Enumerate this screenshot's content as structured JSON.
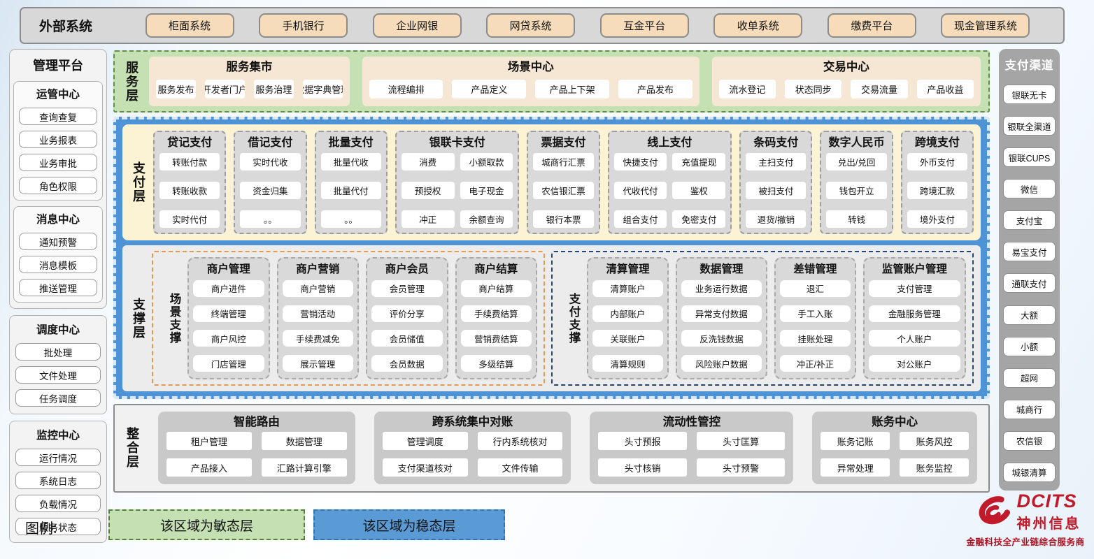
{
  "external": {
    "label": "外部系统",
    "systems": [
      "柜面系统",
      "手机银行",
      "企业网银",
      "网贷系统",
      "互金平台",
      "收单系统",
      "缴费平台",
      "现金管理系统"
    ]
  },
  "management": {
    "title": "管理平台",
    "groups": [
      {
        "title": "运管中心",
        "items": [
          "查询查复",
          "业务报表",
          "业务审批",
          "角色权限"
        ]
      },
      {
        "title": "消息中心",
        "items": [
          "通知预警",
          "消息模板",
          "推送管理"
        ]
      },
      {
        "title": "调度中心",
        "items": [
          "批处理",
          "文件处理",
          "任务调度"
        ]
      },
      {
        "title": "监控中心",
        "items": [
          "运行情况",
          "系统日志",
          "负载情况",
          "服务状态"
        ]
      }
    ]
  },
  "service_layer": {
    "label": "服务层",
    "groups": [
      {
        "title": "服务集市",
        "items": [
          "服务发布",
          "开发者门户",
          "服务治理",
          "数据字典管理"
        ]
      },
      {
        "title": "场景中心",
        "items": [
          "流程编排",
          "产品定义",
          "产品上下架",
          "产品发布"
        ]
      },
      {
        "title": "交易中心",
        "items": [
          "流水登记",
          "状态同步",
          "交易流量",
          "产品收益"
        ]
      }
    ]
  },
  "payment_layer": {
    "label": "支付层",
    "columns": [
      {
        "title": "贷记支付",
        "cols": 1,
        "items": [
          "转账付款",
          "转账收款",
          "实时代付"
        ]
      },
      {
        "title": "借记支付",
        "cols": 1,
        "items": [
          "实时代收",
          "资金归集",
          "。。"
        ]
      },
      {
        "title": "批量支付",
        "cols": 1,
        "items": [
          "批量代收",
          "批量代付",
          "。。"
        ]
      },
      {
        "title": "银联卡支付",
        "cols": 2,
        "items": [
          "消费",
          "小额取款",
          "预授权",
          "电子现金",
          "冲正",
          "余额查询"
        ]
      },
      {
        "title": "票据支付",
        "cols": 1,
        "items": [
          "城商行汇票",
          "农信银汇票",
          "银行本票"
        ]
      },
      {
        "title": "线上支付",
        "cols": 2,
        "items": [
          "快捷支付",
          "充值提现",
          "代收代付",
          "鉴权",
          "组合支付",
          "免密支付"
        ]
      },
      {
        "title": "条码支付",
        "cols": 1,
        "items": [
          "主扫支付",
          "被扫支付",
          "退货/撤销"
        ]
      },
      {
        "title": "数字人民币",
        "cols": 1,
        "items": [
          "兑出/兑回",
          "钱包开立",
          "转钱"
        ]
      },
      {
        "title": "跨境支付",
        "cols": 1,
        "items": [
          "外币支付",
          "跨境汇款",
          "境外支付"
        ]
      }
    ]
  },
  "support_layer": {
    "label": "支撑层",
    "sections": [
      {
        "label": "场景支撑",
        "accent_color": "#E59A50",
        "groups": [
          {
            "title": "商户管理",
            "items": [
              "商户进件",
              "终端管理",
              "商户风控",
              "门店管理"
            ]
          },
          {
            "title": "商户营销",
            "items": [
              "商户营销",
              "营销活动",
              "手续费减免",
              "展示管理"
            ]
          },
          {
            "title": "商户会员",
            "items": [
              "会员管理",
              "评价分享",
              "会员储值",
              "会员数据"
            ]
          },
          {
            "title": "商户结算",
            "items": [
              "商户结算",
              "手续费结算",
              "营销费结算",
              "多级结算"
            ]
          }
        ]
      },
      {
        "label": "支付支撑",
        "accent_color": "#27466E",
        "groups": [
          {
            "title": "清算管理",
            "items": [
              "清算账户",
              "内部账户",
              "关联账户",
              "清算规则"
            ]
          },
          {
            "title": "数据管理",
            "items": [
              "业务运行数据",
              "异常支付数据",
              "反洗钱数据",
              "风险账户数据"
            ]
          },
          {
            "title": "差错管理",
            "items": [
              "退汇",
              "手工入账",
              "挂账处理",
              "冲正/补正"
            ]
          },
          {
            "title": "监管账户管理",
            "items": [
              "支付管理",
              "金融服务管理",
              "个人账户",
              "对公账户"
            ]
          }
        ]
      }
    ]
  },
  "integration_layer": {
    "label": "整合层",
    "groups": [
      {
        "title": "智能路由",
        "items": [
          "租户管理",
          "数据管理",
          "产品接入",
          "汇路计算引擎"
        ]
      },
      {
        "title": "跨系统集中对账",
        "items": [
          "管理调度",
          "行内系统核对",
          "支付渠道核对",
          "文件传输"
        ]
      },
      {
        "title": "流动性管控",
        "items": [
          "头寸预报",
          "头寸匡算",
          "头寸核销",
          "头寸预警"
        ]
      },
      {
        "title": "账务中心",
        "items": [
          "账务记账",
          "账务风控",
          "异常处理",
          "账务监控"
        ]
      }
    ]
  },
  "channels": {
    "title": "支付渠道",
    "items": [
      "银联无卡",
      "银联全渠道",
      "银联CUPS",
      "微信",
      "支付宝",
      "易宝支付",
      "通联支付",
      "大额",
      "小额",
      "超网",
      "城商行",
      "农信银",
      "城银清算"
    ]
  },
  "legend": {
    "label": "图例:",
    "agile": "该区域为敏态层",
    "stable": "该区域为稳态层"
  },
  "logo": {
    "name": "DCITS",
    "company": "神州信息",
    "tagline": "金融科技全产业链综合服务商"
  },
  "colors": {
    "agile_green": "#C5E0B3",
    "stable_blue": "#4E93D6",
    "legend_blue": "#5B9BD5",
    "cream_payment": "#FCF2D4",
    "cream_service": "#F5E7D3",
    "wheat_external": "#F6DCBA",
    "panel_gray": "#D9D9D9",
    "brand_red": "#C11A2B"
  }
}
